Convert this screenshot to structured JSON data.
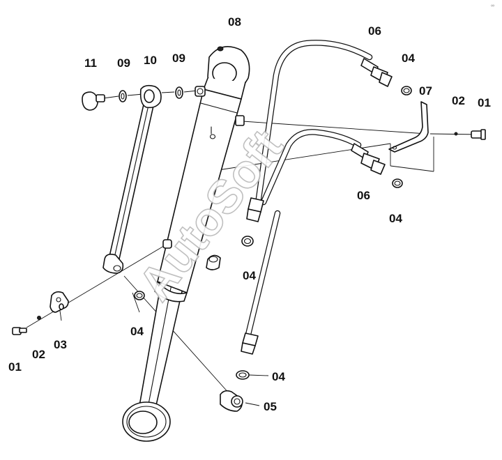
{
  "watermark": {
    "text": "AutoSoft"
  },
  "labels": [
    {
      "id": "lbl-11",
      "text": "11"
    },
    {
      "id": "lbl-09a",
      "text": "09"
    },
    {
      "id": "lbl-10",
      "text": "10"
    },
    {
      "id": "lbl-09b",
      "text": "09"
    },
    {
      "id": "lbl-08",
      "text": "08"
    },
    {
      "id": "lbl-06a",
      "text": "06"
    },
    {
      "id": "lbl-04a",
      "text": "04"
    },
    {
      "id": "lbl-07",
      "text": "07"
    },
    {
      "id": "lbl-02a",
      "text": "02"
    },
    {
      "id": "lbl-01a",
      "text": "01"
    },
    {
      "id": "lbl-06b",
      "text": "06"
    },
    {
      "id": "lbl-04b",
      "text": "04"
    },
    {
      "id": "lbl-04c",
      "text": "04"
    },
    {
      "id": "lbl-04d",
      "text": "04"
    },
    {
      "id": "lbl-04e",
      "text": "04"
    },
    {
      "id": "lbl-05",
      "text": "05"
    },
    {
      "id": "lbl-01b",
      "text": "01"
    },
    {
      "id": "lbl-02b",
      "text": "02"
    },
    {
      "id": "lbl-03",
      "text": "03"
    }
  ],
  "corner_mark": {
    "text": "∞"
  }
}
